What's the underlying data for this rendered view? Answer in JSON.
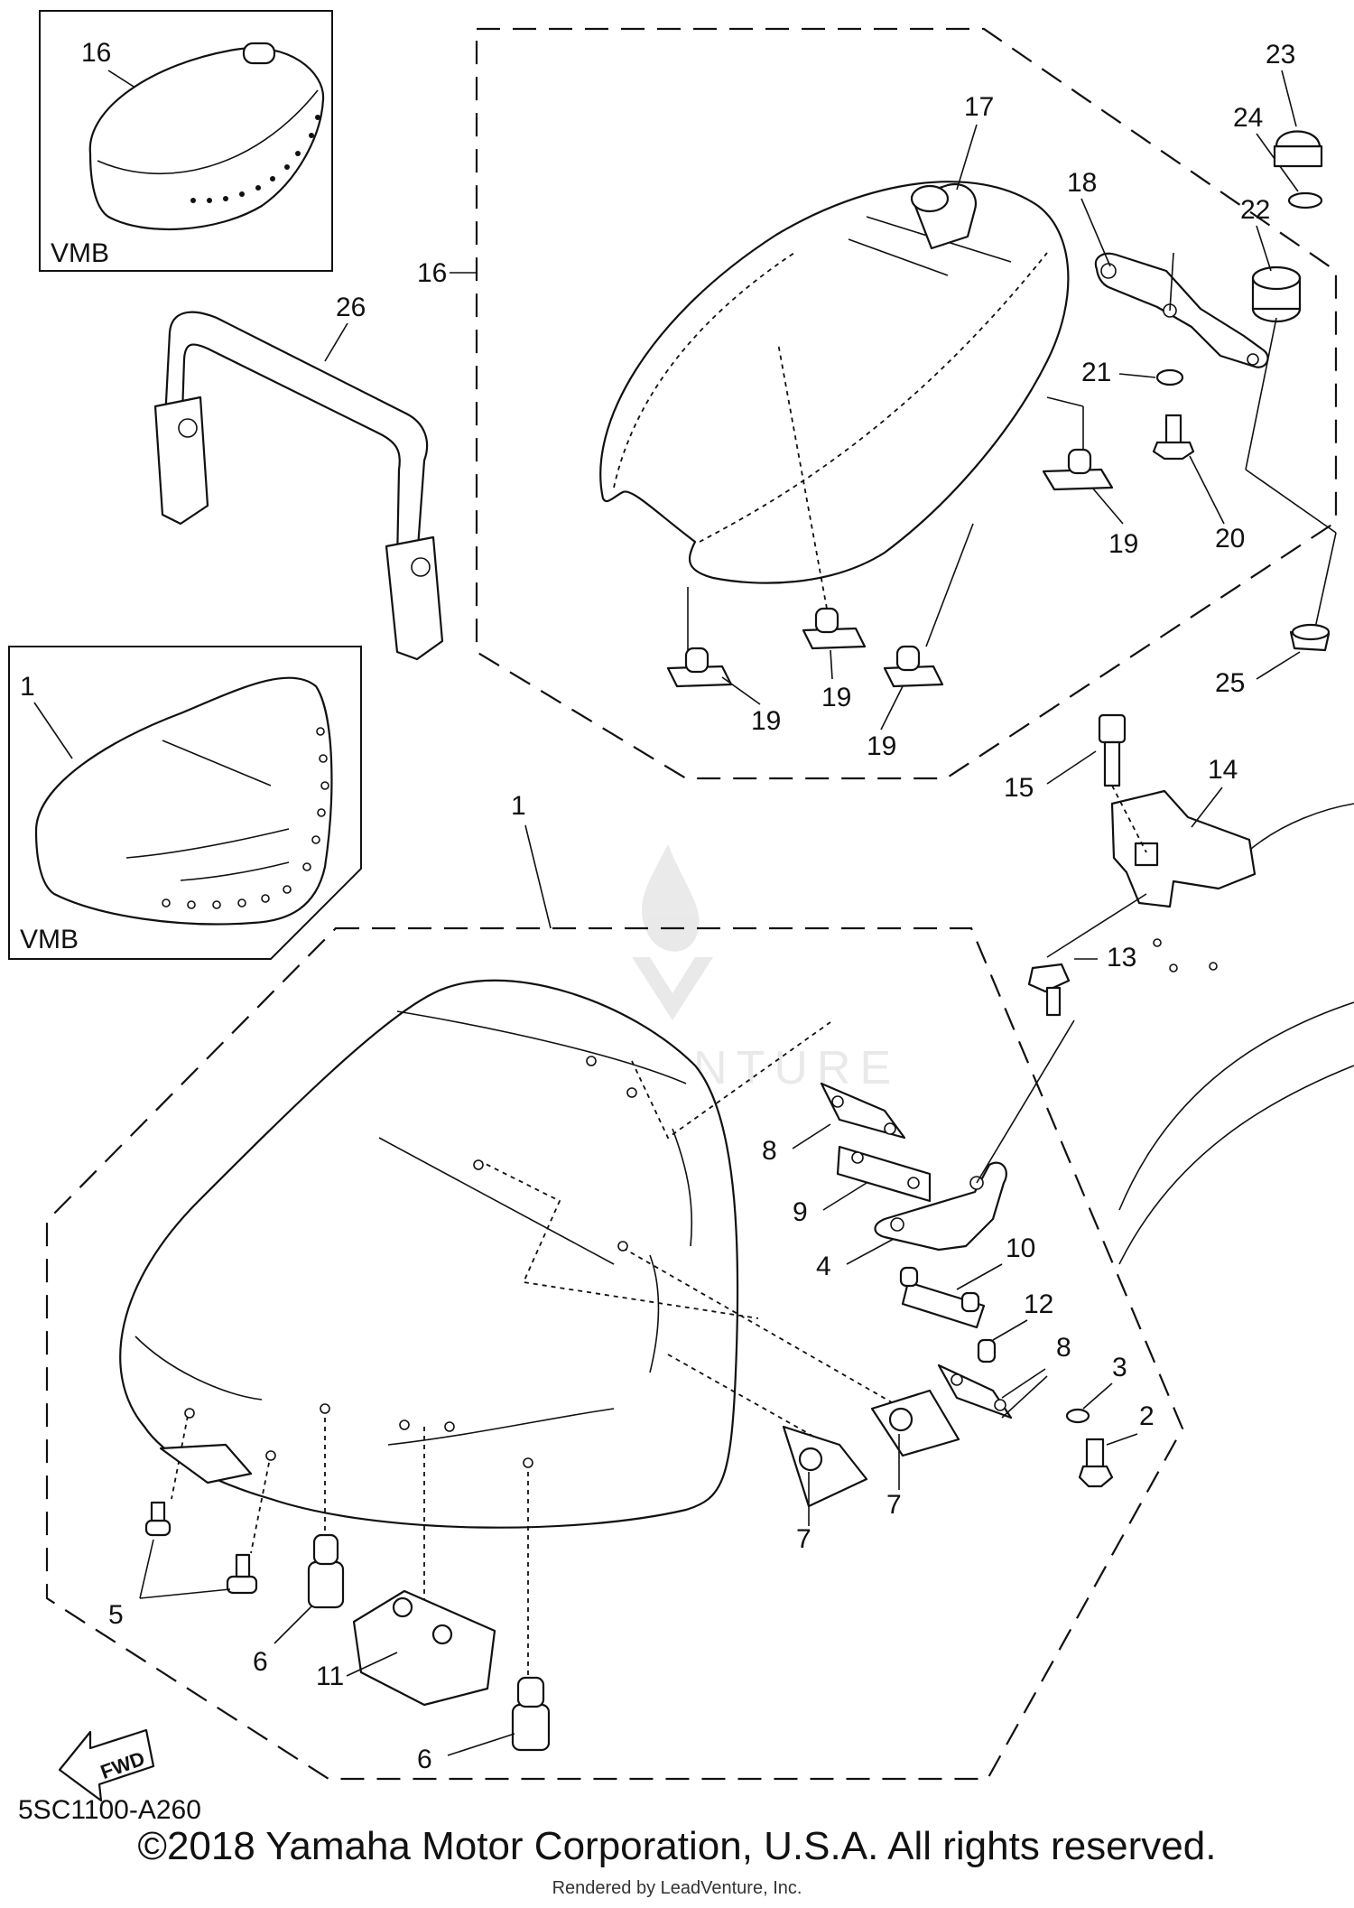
{
  "diagram": {
    "inset_label": "VMB",
    "callouts": {
      "c1": "1",
      "c2": "2",
      "c3": "3",
      "c4": "4",
      "c5": "5",
      "c6": "6",
      "c7": "7",
      "c8": "8",
      "c9": "9",
      "c10": "10",
      "c11": "11",
      "c12": "12",
      "c13": "13",
      "c14": "14",
      "c15": "15",
      "c16": "16",
      "c17": "17",
      "c18": "18",
      "c19": "19",
      "c20": "20",
      "c21": "21",
      "c22": "22",
      "c23": "23",
      "c24": "24",
      "c25": "25",
      "c26": "26"
    },
    "fwd_label": "FWD",
    "watermark": "LEADVENTURE"
  },
  "footer": {
    "diagram_code": "5SC1100-A260",
    "copyright": "©2018 Yamaha Motor Corporation, U.S.A. All rights reserved.",
    "rendered_by": "Rendered by LeadVenture, Inc."
  }
}
